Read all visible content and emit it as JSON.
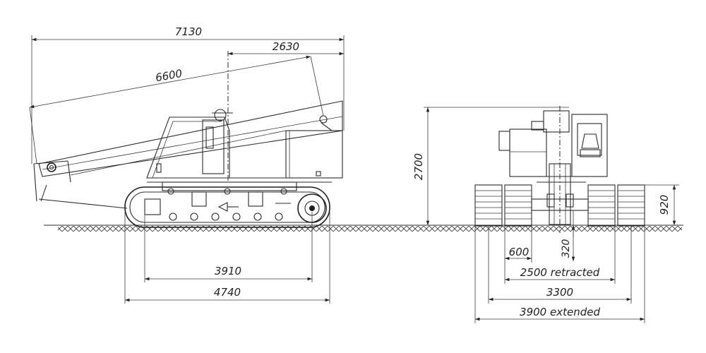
{
  "dimensions": {
    "overall_length": "7130",
    "boom_length": "6600",
    "boom_overhang": "2630",
    "height": "2700",
    "track_height": "920",
    "ground_clearance": "320",
    "track_width": "600",
    "tumbler_distance": "3910",
    "track_length": "4740",
    "width_retracted": "2500 retracted",
    "track_gauge": "3300",
    "width_extended": "3900 extended"
  }
}
